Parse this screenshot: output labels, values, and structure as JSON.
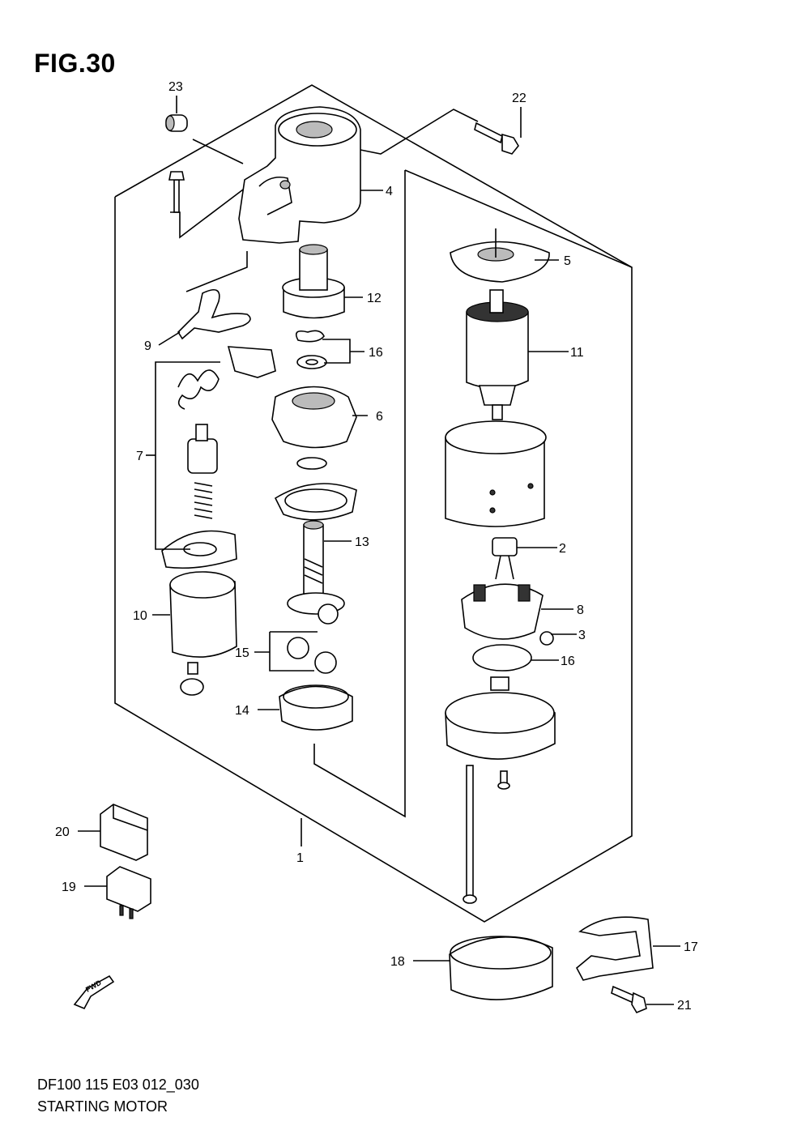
{
  "figure": {
    "title": "FIG.30",
    "code": "DF100 115 E03 012_030",
    "name": "STARTING MOTOR",
    "fwd_label": "FWD"
  },
  "callouts": [
    "1",
    "2",
    "3",
    "4",
    "5",
    "6",
    "7",
    "8",
    "9",
    "10",
    "11",
    "12",
    "13",
    "14",
    "15",
    "16",
    "16",
    "17",
    "18",
    "19",
    "20",
    "21",
    "22",
    "23"
  ]
}
